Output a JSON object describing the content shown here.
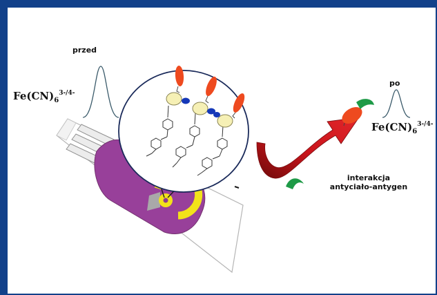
{
  "labels": {
    "before": "przed",
    "after": "po",
    "reagent_main": "Fe(CN)",
    "reagent_sub": "6",
    "reagent_sup": "3-/4-",
    "interaction_line1": "interakcja",
    "interaction_line2": "antyciało-antygen"
  },
  "colors": {
    "frame": "#12418a",
    "electrode_purple": "#98409a",
    "electrode_yellow": "#f2e21a",
    "electrode_gray": "#a9a9a9",
    "antibody_red": "#ee4a1f",
    "antigen_green": "#1e9a47",
    "linker_blue": "#1538b8",
    "gold_particle": "#f6f0b5",
    "arrow_red": "#c9141b",
    "circle_outline": "#1a2a5a"
  },
  "icons": {
    "peak_before": "gaussian-peak-icon",
    "peak_after": "gaussian-peak-icon",
    "antigen": "antigen-crescent-icon",
    "arrow": "curved-arrow-icon"
  }
}
